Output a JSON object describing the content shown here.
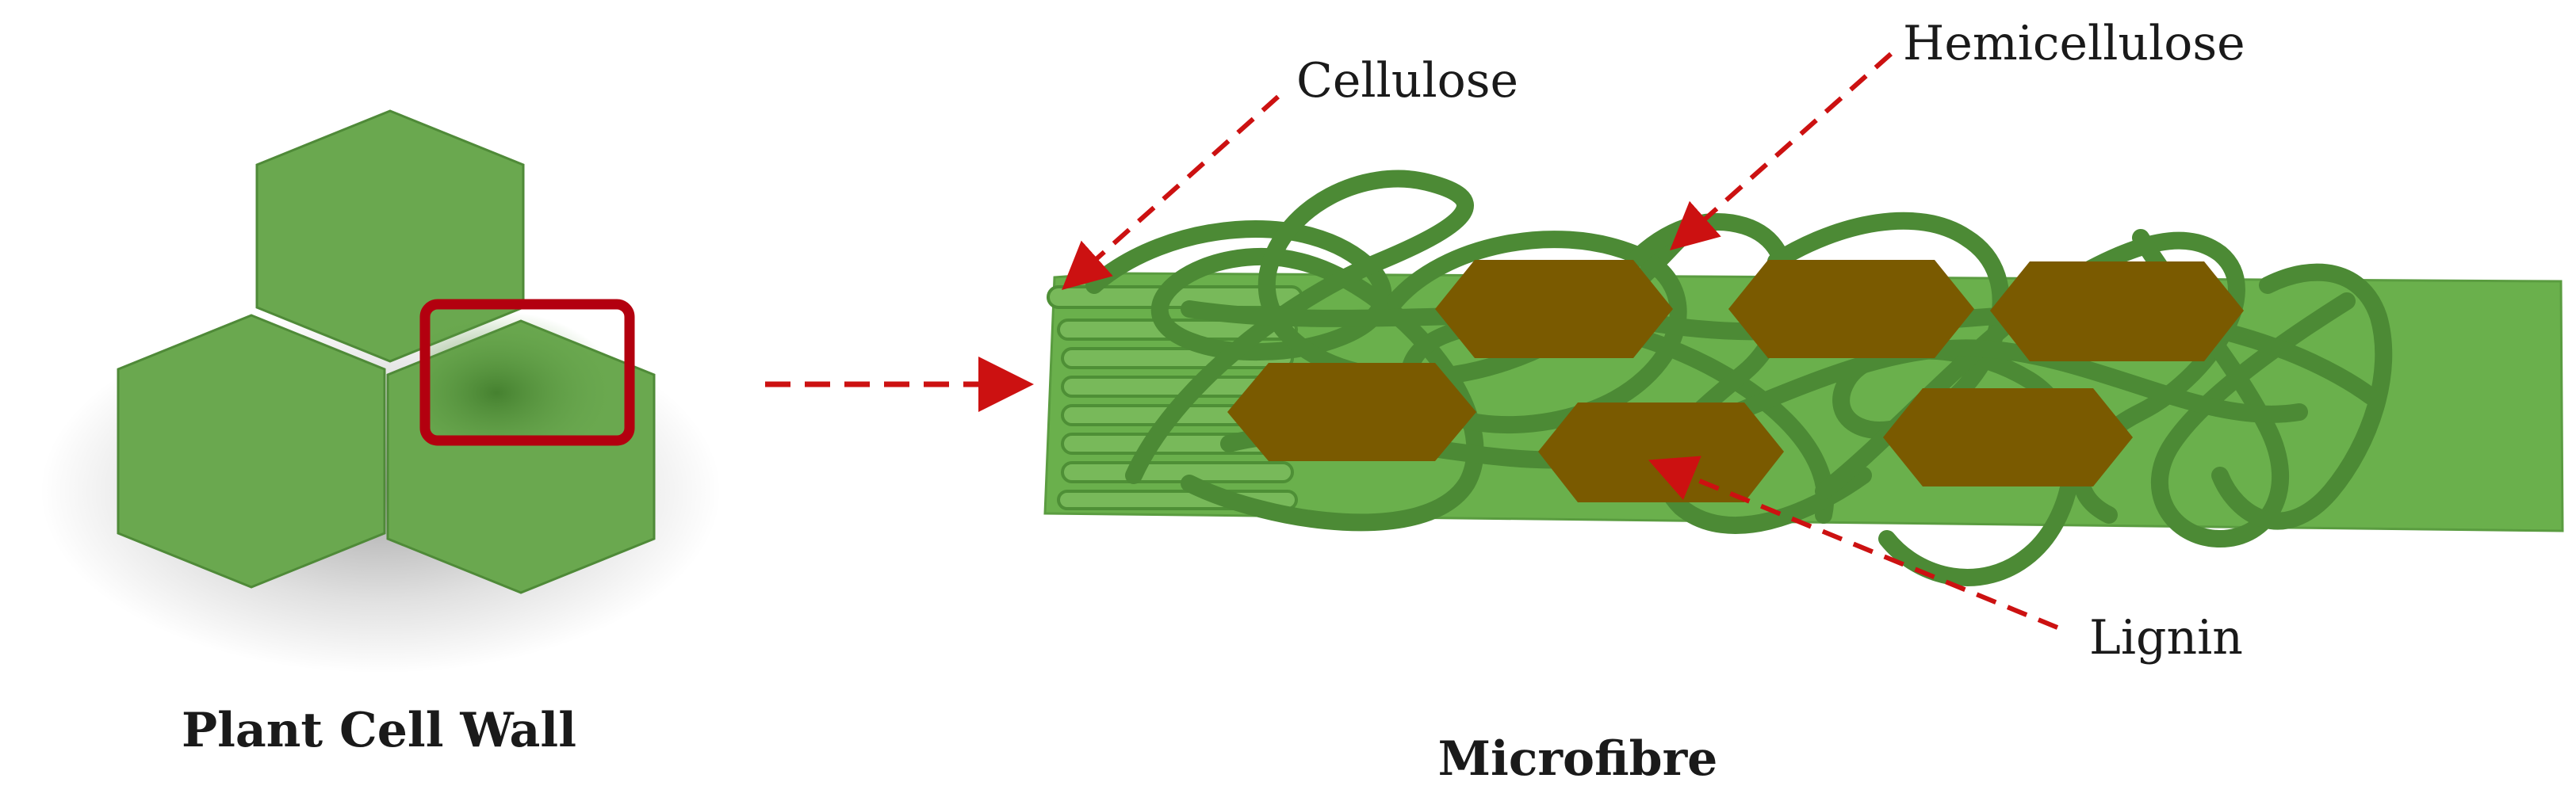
{
  "labels": {
    "cellulose": "Cellulose",
    "hemicellulose": "Hemicellulose",
    "lignin": "Lignin",
    "plant_cell_wall": "Plant Cell Wall",
    "microfibre": "Microfibre"
  },
  "colors": {
    "cell_green": "#6aa84f",
    "cell_edge": "#4f8a38",
    "fibre_green": "#6ab04c",
    "strand_dark": "#4c8a35",
    "lignin_brown": "#7a5a00",
    "arrow_red": "#cc1111",
    "box_red": "#b3000f"
  }
}
